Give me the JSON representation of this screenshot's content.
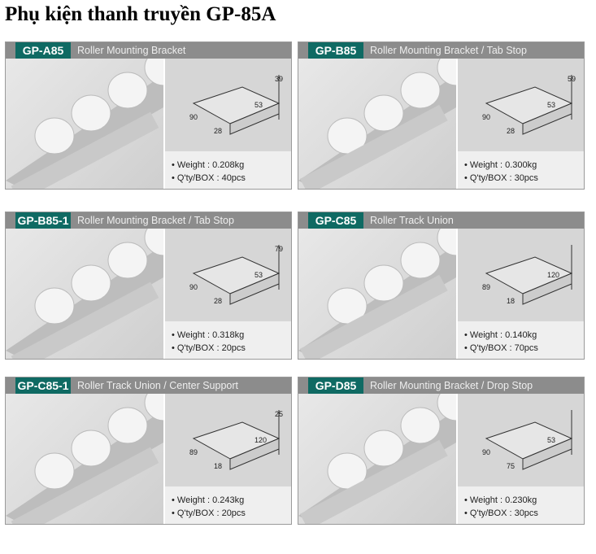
{
  "page_title": "Phụ kiện thanh truyền GP-85A",
  "products": [
    {
      "code": "GP-A85",
      "title": "Roller Mounting Bracket",
      "weight": "• Weight : 0.208kg",
      "qty": "• Q'ty/BOX : 40pcs",
      "dims": [
        "90",
        "53",
        "28",
        "39"
      ]
    },
    {
      "code": "GP-B85",
      "title": "Roller Mounting Bracket / Tab Stop",
      "weight": "• Weight : 0.300kg",
      "qty": "• Q'ty/BOX : 30pcs",
      "dims": [
        "90",
        "53",
        "28",
        "59"
      ]
    },
    {
      "code": "GP-B85-1",
      "title": "Roller Mounting Bracket / Tab Stop",
      "weight": "• Weight : 0.318kg",
      "qty": "• Q'ty/BOX : 20pcs",
      "dims": [
        "90",
        "53",
        "28",
        "79"
      ]
    },
    {
      "code": "GP-C85",
      "title": "Roller Track Union",
      "weight": "• Weight : 0.140kg",
      "qty": "• Q'ty/BOX : 70pcs",
      "dims": [
        "89",
        "120",
        "18"
      ]
    },
    {
      "code": "GP-C85-1",
      "title": "Roller Track Union / Center Support",
      "weight": "• Weight : 0.243kg",
      "qty": "• Q'ty/BOX : 20pcs",
      "dims": [
        "89",
        "120",
        "18",
        "25"
      ]
    },
    {
      "code": "GP-D85",
      "title": "Roller Mounting Bracket / Drop Stop",
      "weight": "• Weight : 0.230kg",
      "qty": "• Q'ty/BOX : 30pcs",
      "dims": [
        "90",
        "53",
        "75"
      ]
    }
  ]
}
